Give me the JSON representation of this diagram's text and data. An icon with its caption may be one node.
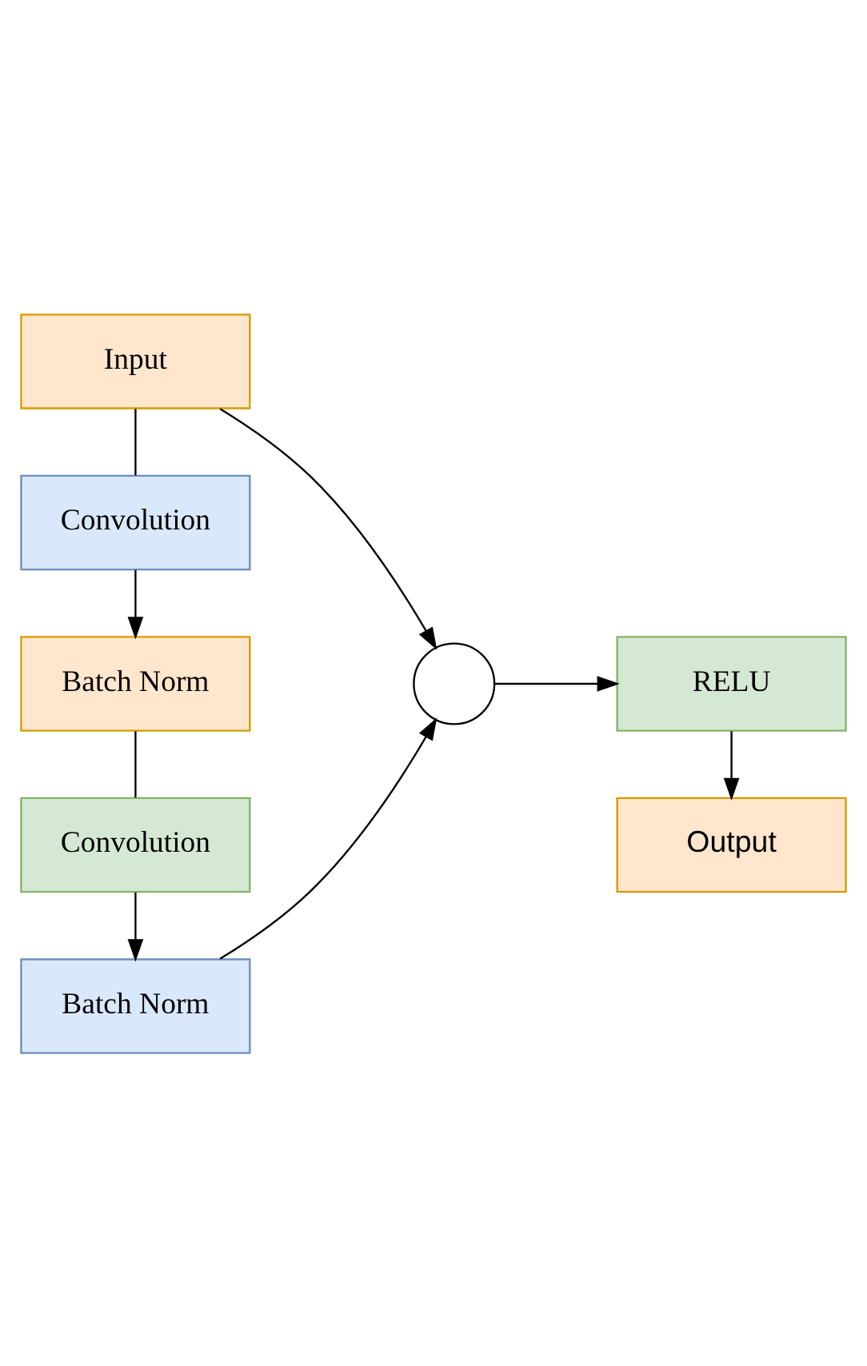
{
  "diagram": {
    "nodes": [
      {
        "text": [
          "Input"
        ]
      },
      {
        "text": [
          "Convolution"
        ]
      },
      {
        "text": [
          "Batch Norm"
        ]
      },
      {
        "text": [
          "Convolution"
        ]
      },
      {
        "text": [
          "Batch Norm"
        ]
      },
      {
        "text": [],
        "shape": "circle"
      },
      {
        "text": [
          "RELU"
        ]
      },
      {
        "text": [
          "Output"
        ]
      }
    ],
    "edges": [
      {
        "from": 0,
        "to": 1,
        "arrow": "none"
      },
      {
        "from": 1,
        "to": 2,
        "arrow": "to"
      },
      {
        "from": 2,
        "to": 3,
        "arrow": "none"
      },
      {
        "from": 3,
        "to": 4,
        "arrow": "to"
      },
      {
        "from": 0,
        "to": 5,
        "arrow": "to"
      },
      {
        "from": 4,
        "to": 5,
        "arrow": "to"
      },
      {
        "from": 5,
        "to": 6,
        "arrow": "to"
      },
      {
        "from": 6,
        "to": 7,
        "arrow": "to"
      }
    ]
  }
}
